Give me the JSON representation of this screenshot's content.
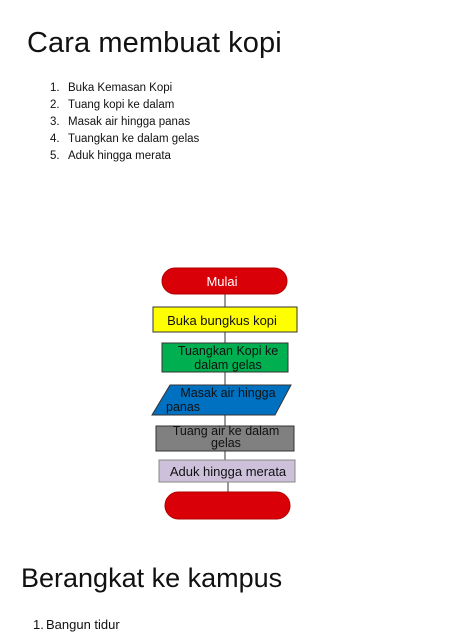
{
  "section1": {
    "title": "Cara membuat kopi",
    "steps": [
      {
        "num": "1.",
        "text": "Buka Kemasan Kopi"
      },
      {
        "num": "2.",
        "text": "Tuang kopi ke dalam"
      },
      {
        "num": "3.",
        "text": "Masak air hingga panas"
      },
      {
        "num": "4.",
        "text": "Tuangkan ke dalam gelas"
      },
      {
        "num": "5.",
        "text": "Aduk hingga merata"
      }
    ]
  },
  "flowchart": {
    "start": {
      "label": "Mulai",
      "color": "#d90008"
    },
    "process1": {
      "label": "Buka bungkus kopi",
      "color": "#ffff00"
    },
    "process2": {
      "label_line1": "Tuangkan Kopi ke",
      "label_line2": "dalam gelas",
      "color": "#00b050"
    },
    "io1": {
      "label_line1": "Masak air hingga",
      "label_line2": "panas",
      "color": "#0070c0"
    },
    "process3": {
      "label_line1": "Tuang air ke dalam",
      "label_line2": "gelas",
      "color": "#808080"
    },
    "process4": {
      "label": "Aduk hingga merata",
      "color": "#ccc0da"
    },
    "end": {
      "label": "",
      "color": "#d90008"
    }
  },
  "section2": {
    "title": "Berangkat ke kampus",
    "steps": [
      {
        "num": "1.",
        "text": "Bangun tidur"
      }
    ]
  }
}
